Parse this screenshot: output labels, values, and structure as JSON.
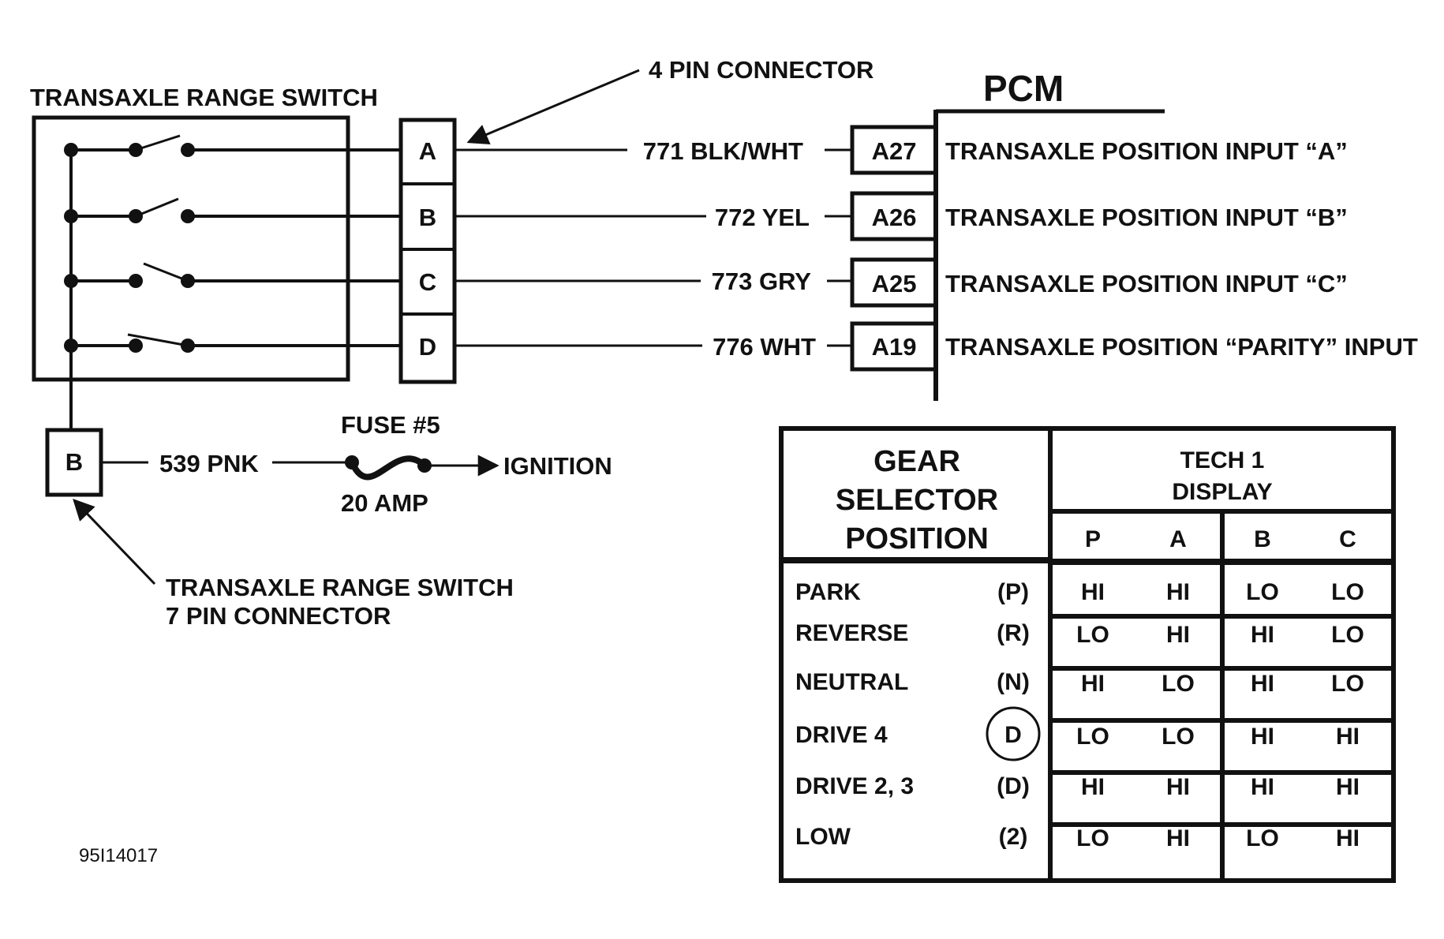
{
  "diagram": {
    "switch_title": "TRANSAXLE RANGE SWITCH",
    "connector_4pin_label": "4 PIN CONNECTOR",
    "pcm_title": "PCM",
    "pins": [
      "A",
      "B",
      "C",
      "D"
    ],
    "circuits": [
      {
        "wire": "771 BLK/WHT",
        "terminal": "A27",
        "description": "TRANSAXLE POSITION INPUT “A”"
      },
      {
        "wire": "772 YEL",
        "terminal": "A26",
        "description": "TRANSAXLE POSITION INPUT “B”"
      },
      {
        "wire": "773 GRY",
        "terminal": "A25",
        "description": "TRANSAXLE POSITION INPUT “C”"
      },
      {
        "wire": "776 WHT",
        "terminal": "A19",
        "description": "TRANSAXLE POSITION “PARITY” INPUT"
      }
    ],
    "connector_7pin_pin": "B",
    "feed_wire": "539 PNK",
    "fuse_label": "FUSE #5",
    "fuse_rating": "20 AMP",
    "ignition_label": "IGNITION",
    "connector_7pin_label_line1": "TRANSAXLE RANGE SWITCH",
    "connector_7pin_label_line2": "7 PIN CONNECTOR",
    "figure_id": "95I14017"
  },
  "table": {
    "header_left": [
      "GEAR",
      "SELECTOR",
      "POSITION"
    ],
    "header_right": [
      "TECH 1",
      "DISPLAY"
    ],
    "columns": [
      "P",
      "A",
      "B",
      "C"
    ],
    "rows": [
      {
        "gear": "PARK",
        "symbol": "(P)",
        "values": [
          "HI",
          "HI",
          "LO",
          "LO"
        ]
      },
      {
        "gear": "REVERSE",
        "symbol": "(R)",
        "values": [
          "LO",
          "HI",
          "HI",
          "LO"
        ]
      },
      {
        "gear": "NEUTRAL",
        "symbol": "(N)",
        "values": [
          "HI",
          "LO",
          "HI",
          "LO"
        ]
      },
      {
        "gear": "DRIVE 4",
        "symbol": "D",
        "values": [
          "LO",
          "LO",
          "HI",
          "HI"
        ]
      },
      {
        "gear": "DRIVE 2, 3",
        "symbol": "(D)",
        "values": [
          "HI",
          "HI",
          "HI",
          "HI"
        ]
      },
      {
        "gear": "LOW",
        "symbol": "(2)",
        "values": [
          "LO",
          "HI",
          "LO",
          "HI"
        ]
      }
    ]
  }
}
